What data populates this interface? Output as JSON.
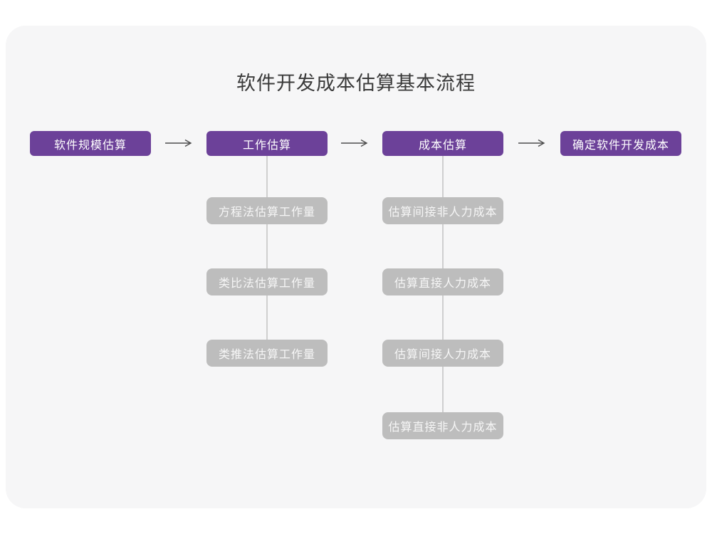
{
  "title": "软件开发成本估算基本流程",
  "colors": {
    "primary_purple": "#6c4199",
    "sub_box_gray": "#bdbdbd",
    "connector_gray": "#cfcfcf",
    "arrow_gray": "#4d4d4d",
    "card_background": "#f6f6f7",
    "page_background": "#ffffff",
    "title_text": "#3a3a3a",
    "node_text": "#ffffff"
  },
  "main_flow": [
    {
      "label": "软件规模估算"
    },
    {
      "label": "工作估算"
    },
    {
      "label": "成本估算"
    },
    {
      "label": "确定软件开发成本"
    }
  ],
  "work_estimation_methods": [
    {
      "label": "方程法估算工作量"
    },
    {
      "label": "类比法估算工作量"
    },
    {
      "label": "类推法估算工作量"
    }
  ],
  "cost_estimation_steps": [
    {
      "label": "估算间接非人力成本"
    },
    {
      "label": "估算直接人力成本"
    },
    {
      "label": "估算间接人力成本"
    },
    {
      "label": "估算直接非人力成本"
    }
  ]
}
